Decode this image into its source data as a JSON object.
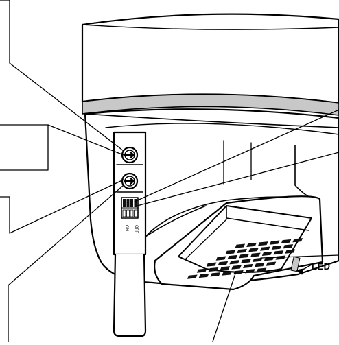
{
  "diagram": {
    "led_label": "LED",
    "dip_switch": {
      "on_label": "ON",
      "off_label": "OFF",
      "switch_count": 4
    },
    "colors": {
      "line": "#000000",
      "fill": "#ffffff",
      "band": "#c8c8c8",
      "dark": "#111111"
    }
  }
}
